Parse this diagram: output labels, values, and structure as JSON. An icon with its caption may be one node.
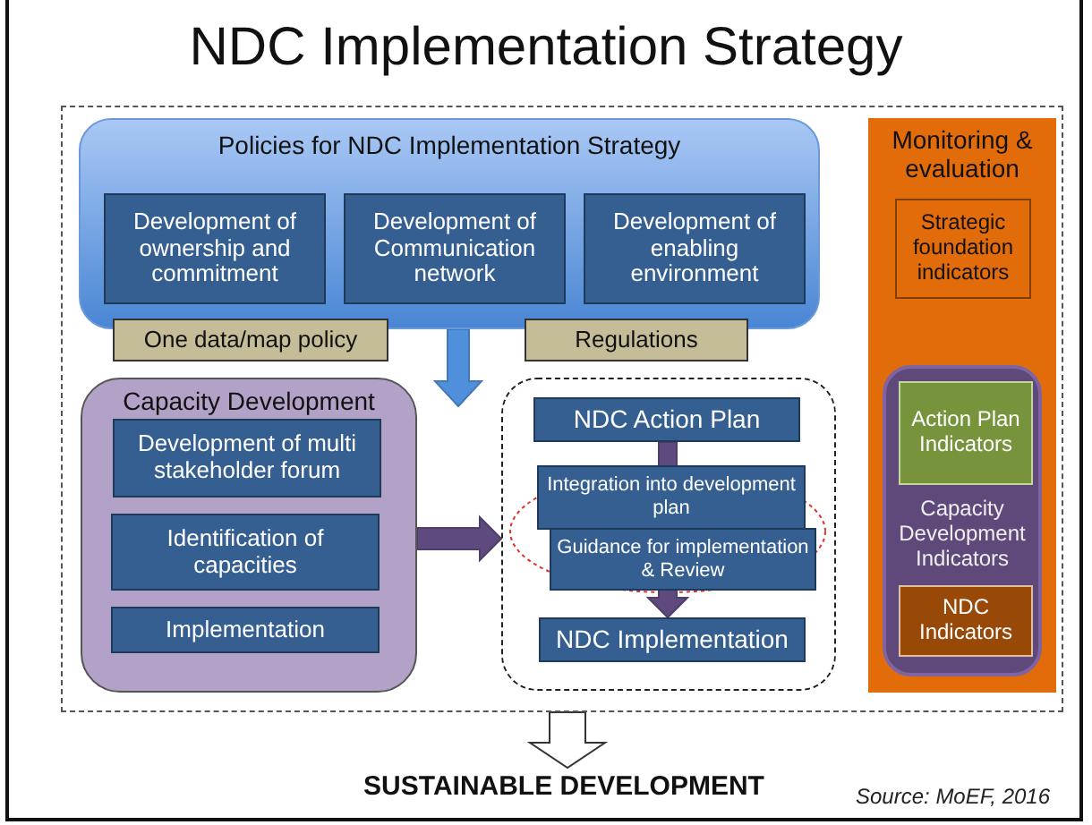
{
  "diagram": {
    "title": "NDC Implementation Strategy",
    "nodes": [
      {
        "text": [],
        "shape": "box"
      },
      {
        "text": [
          "Policies for NDC Implementation Strategy"
        ],
        "in": 0
      },
      {
        "text": [
          "Development of ownership and commitment"
        ],
        "in": 1
      },
      {
        "text": [
          "Development of Communication network"
        ],
        "in": 1
      },
      {
        "text": [
          "Development of enabling environment"
        ],
        "in": 1
      },
      {
        "text": [
          "One data/map policy"
        ],
        "in": 0
      },
      {
        "text": [
          "Regulations"
        ],
        "in": 0
      },
      {
        "text": [
          "Monitoring & evaluation"
        ],
        "in": 0
      },
      {
        "text": [
          "Strategic foundation indicators"
        ],
        "in": 7
      },
      {
        "text": [
          "Capacity Development Indicators"
        ],
        "in": 7
      },
      {
        "text": [
          "Action Plan Indicators"
        ],
        "in": 9
      },
      {
        "text": [
          "NDC Indicators"
        ],
        "in": 9
      },
      {
        "text": [
          "Capacity Development"
        ],
        "in": 0
      },
      {
        "text": [
          "Development of multi stakeholder forum"
        ],
        "in": 12
      },
      {
        "text": [
          "Identification of capacities"
        ],
        "in": 12
      },
      {
        "text": [
          "Implementation"
        ],
        "in": 12
      },
      {
        "text": [],
        "shape": "box",
        "in": 0
      },
      {
        "text": [
          "NDC Action Plan"
        ],
        "in": 16
      },
      {
        "text": [
          "Integration into development plan"
        ],
        "in": 16
      },
      {
        "text": [
          "Guidance for implementation & Review"
        ],
        "in": 16
      },
      {
        "text": [
          "NDC Implementation"
        ],
        "in": 16
      },
      {
        "text": [
          "SUSTAINABLE DEVELOPMENT"
        ]
      }
    ],
    "edges": [
      {
        "from": 1,
        "to": null,
        "arrow": "to",
        "style": "thick",
        "color": "#4f8fdc"
      },
      {
        "from": 12,
        "to": 16,
        "arrow": "to",
        "style": "thick",
        "color": "#5e4a7e"
      },
      {
        "from": 17,
        "to": 20,
        "arrow": "to",
        "style": "thick",
        "color": "#5e4a7e"
      },
      {
        "from": 0,
        "to": 21,
        "arrow": "to",
        "style": "thick",
        "color": "#ffffff"
      }
    ],
    "labels": [
      "Source: MoEF, 2016"
    ]
  }
}
